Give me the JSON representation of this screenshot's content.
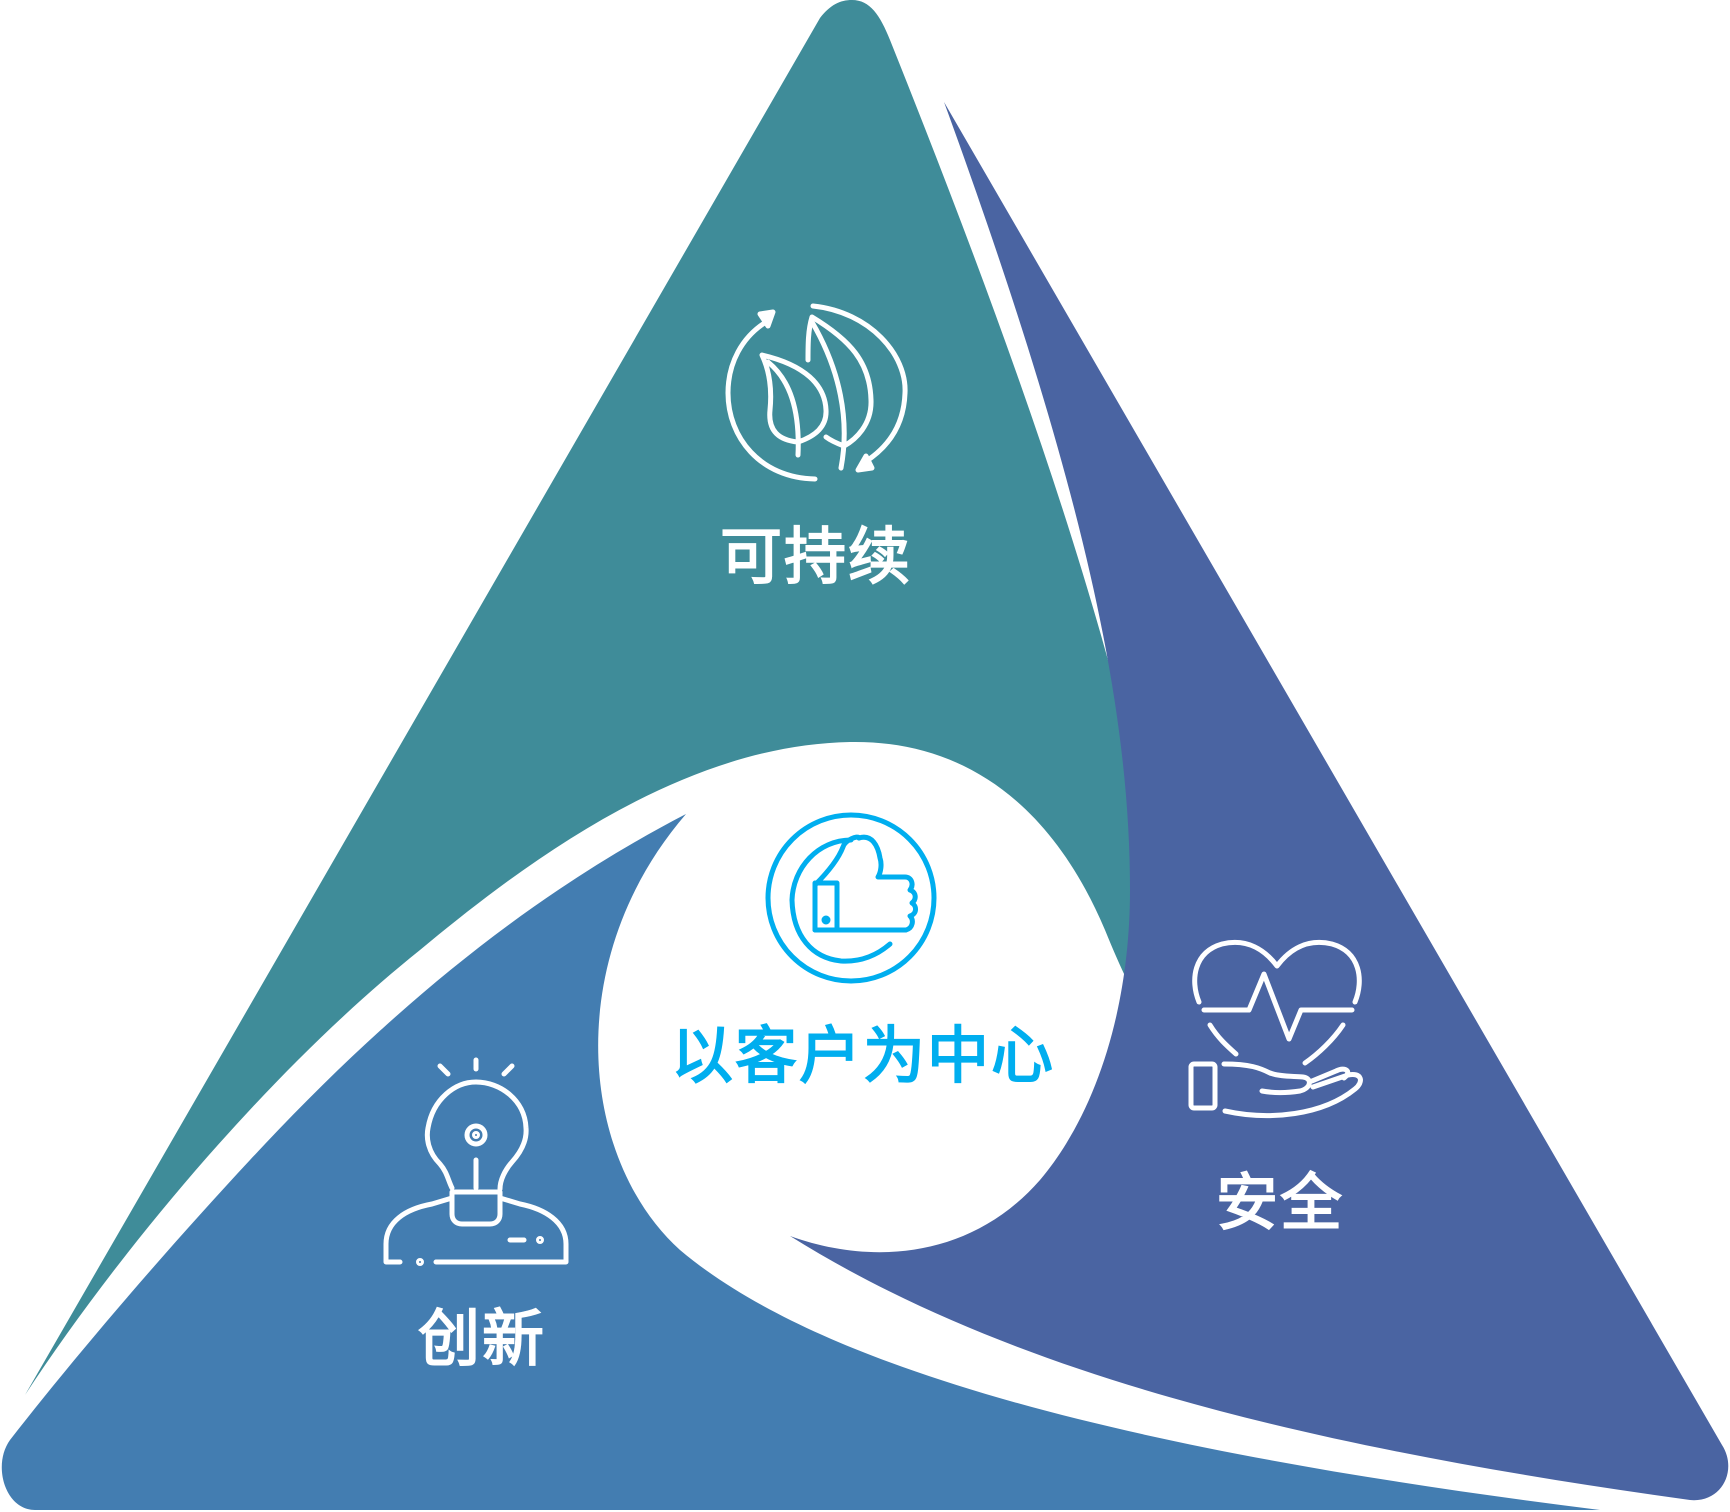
{
  "diagram": {
    "center_label": "以客户为中心",
    "segments": [
      {
        "key": "sustainable",
        "label": "可持续",
        "icon": "leaf-cycle-icon",
        "color": "#3f8c99"
      },
      {
        "key": "security",
        "label": "安全",
        "icon": "heart-hand-icon",
        "color": "#4a64a2"
      },
      {
        "key": "innovation",
        "label": "创新",
        "icon": "lightbulb-person-icon",
        "color": "#437db1"
      }
    ],
    "center_icon": "thumbs-up-icon",
    "center_color": "#00aeef"
  }
}
